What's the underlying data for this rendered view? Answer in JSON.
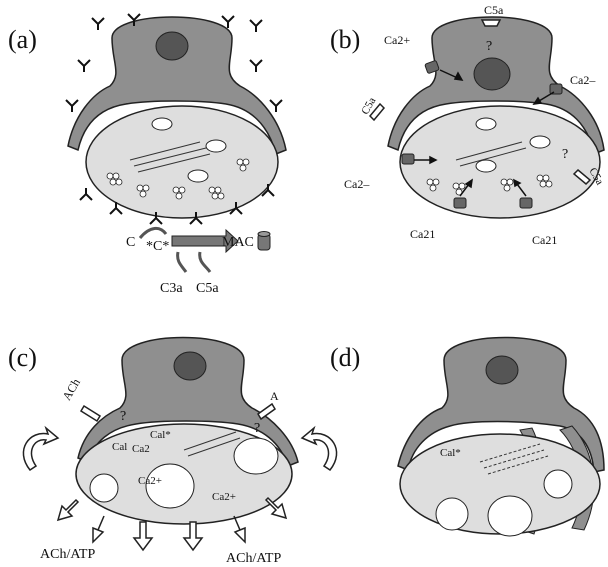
{
  "panels": {
    "a": {
      "letter": "(a)",
      "c": "C",
      "cstar": "*C*",
      "mac": "MAC",
      "c3a": "C3a",
      "c5a": "C5a"
    },
    "b": {
      "letter": "(b)",
      "c5a": "C5a",
      "c5a_left": "C5a",
      "c5a_right": "C5a",
      "q_top": "?",
      "q_right": "?",
      "ca_tl": "Ca2+",
      "ca_tr": "Ca2–",
      "ca_left": "Ca2–",
      "ca_bl": "Ca21",
      "ca_br": "Ca21"
    },
    "c": {
      "letter": "(c)",
      "ach_receptor": "ACh",
      "a_receptor": "A",
      "q_left": "?",
      "q_right": "?",
      "cal": "Cal",
      "cal2": "Ca2",
      "calstar": "Cal*",
      "ca2_inner": "Ca2+",
      "ca2_right": "Ca2+",
      "ach_atp_left": "ACh/ATP",
      "ach_atp_right": "ACh/ATP"
    },
    "d": {
      "letter": "(d)",
      "calstar": "Cal*"
    }
  },
  "colors": {
    "cell_fill": "#8f8f8f",
    "fiber_fill": "#dedede",
    "nucleus": "#555555",
    "ink": "#111111"
  }
}
